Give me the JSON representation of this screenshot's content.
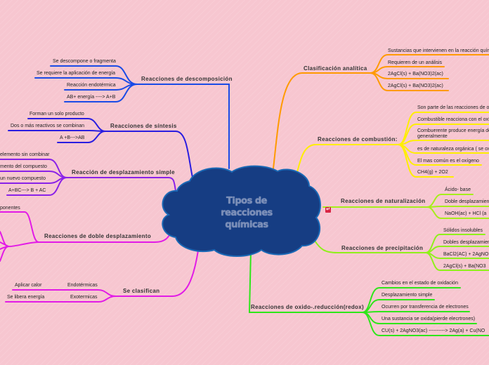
{
  "central": {
    "title_lines": [
      "Tipos de",
      "reacciones",
      "químicas"
    ]
  },
  "colors": {
    "blue": "#1a4be6",
    "navy": "#2a1de0",
    "violet": "#8a22e8",
    "magenta": "#e21be6",
    "orange": "#ff9a00",
    "yellow": "#ffee00",
    "lime": "#a6ee1a",
    "green": "#2ee61a",
    "cloud_fill": "#163d83",
    "cloud_border": "#1a68b5",
    "background": "#f7c6d0"
  },
  "branches": {
    "descomposicion": {
      "label": "Reacciones de descomposición",
      "items": [
        "Se descompone o fragmenta",
        "Se requiere la aplicación de energía",
        "Reacción endotérmica",
        "AB+ energía ----> A+B"
      ]
    },
    "sintesis": {
      "label": "Reacciones de síntesis",
      "items": [
        "Forman un solo producto",
        "Dos o más reactivos se combinan",
        "A +B--->AB"
      ]
    },
    "desplazamiento_simple": {
      "label": "Reacción de desplazamiento simple",
      "items": [
        "elemento sin combinar",
        "mento del compuesto",
        "un nuevo compuesto",
        "A+BC---> B + AC"
      ]
    },
    "doble_desplazamiento": {
      "label": "Reacciones de doble desplazamiento",
      "items": [
        "ponentes"
      ]
    },
    "se_clasifican": {
      "label": "Se clasifican",
      "items": [
        {
          "label": "Endotérmicas",
          "detail": "Aplicar calor"
        },
        {
          "label": "Exotermicas",
          "detail": "Se libera energía"
        }
      ]
    },
    "clasificacion_analitica": {
      "label": "Clasificación analítica",
      "items": [
        "Sustancias que intervienen en la reacción quím",
        "Requieren de un análisis",
        "2AgCl(s)  +  Ba(NO3)2(ac)",
        "2AgCl(s)  +  Ba(NO3)2(ac)"
      ]
    },
    "combustion": {
      "label": "Reacciones de combustión:",
      "items": [
        "Son parte de las reacciones de o",
        "Combustible reacciona con el oxí",
        "Combuerente produce energía de",
        "generalmente",
        "es de naturaleza orgánica ( se ox",
        "El mas común es el oxígeno",
        "CH4(g)  +   2O2"
      ]
    },
    "naturalizacion": {
      "label": "Reacciones de naturalización",
      "items": [
        "Ácido- base",
        "Doble desplazamien",
        "NaOH(ac)  +  HCl  (a"
      ]
    },
    "precipitacion": {
      "label": "Reacciones de precipitación",
      "items": [
        "Sólidos insolubles",
        "Dobles desplazamien",
        "BaCl2(AC)  + 2AgNO",
        "2AgCl(s)  +  Ba(NO3"
      ]
    },
    "redox": {
      "label": "Reacciones de oxido-.reducción(redox)",
      "items": [
        "Cambios en el estado de oxidación",
        "Desplazamiento simple",
        "Ocurren por transferencia de electrones",
        "Una sustancia se oxida(pierde elecrtrones)",
        "CU(s)   +  2AgNO3(ac) ---------->     2Ag(a) + Cu(NO"
      ]
    }
  },
  "badge": {
    "icon": "collapse-icon",
    "glyph": "↵"
  }
}
